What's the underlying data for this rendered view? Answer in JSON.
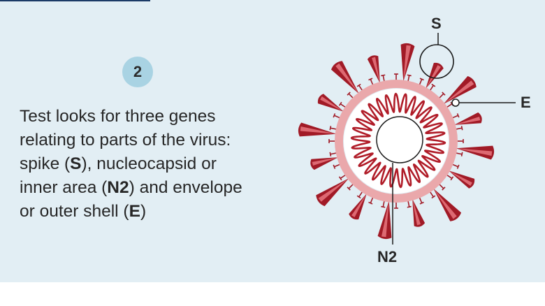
{
  "step": {
    "number": "2"
  },
  "description": {
    "line1": "Test looks for three genes",
    "line2": "relating to parts of the virus:",
    "line3_pre": "spike (",
    "line3_bold": "S",
    "line3_post": "), nucleocapsid or",
    "line4_pre": "inner area (",
    "line4_bold": "N2",
    "line4_post": ") and envelope",
    "line5_pre": "or outer shell (",
    "line5_bold": "E",
    "line5_post": ")"
  },
  "diagram": {
    "labels": {
      "spike": "S",
      "envelope": "E",
      "nucleocapsid": "N2"
    },
    "colors": {
      "spike_dark": "#a11a26",
      "spike_light": "#e87880",
      "envelope": "#eaa8ab",
      "rna_coil": "#b01c28",
      "leader": "#1a1a1a"
    }
  }
}
